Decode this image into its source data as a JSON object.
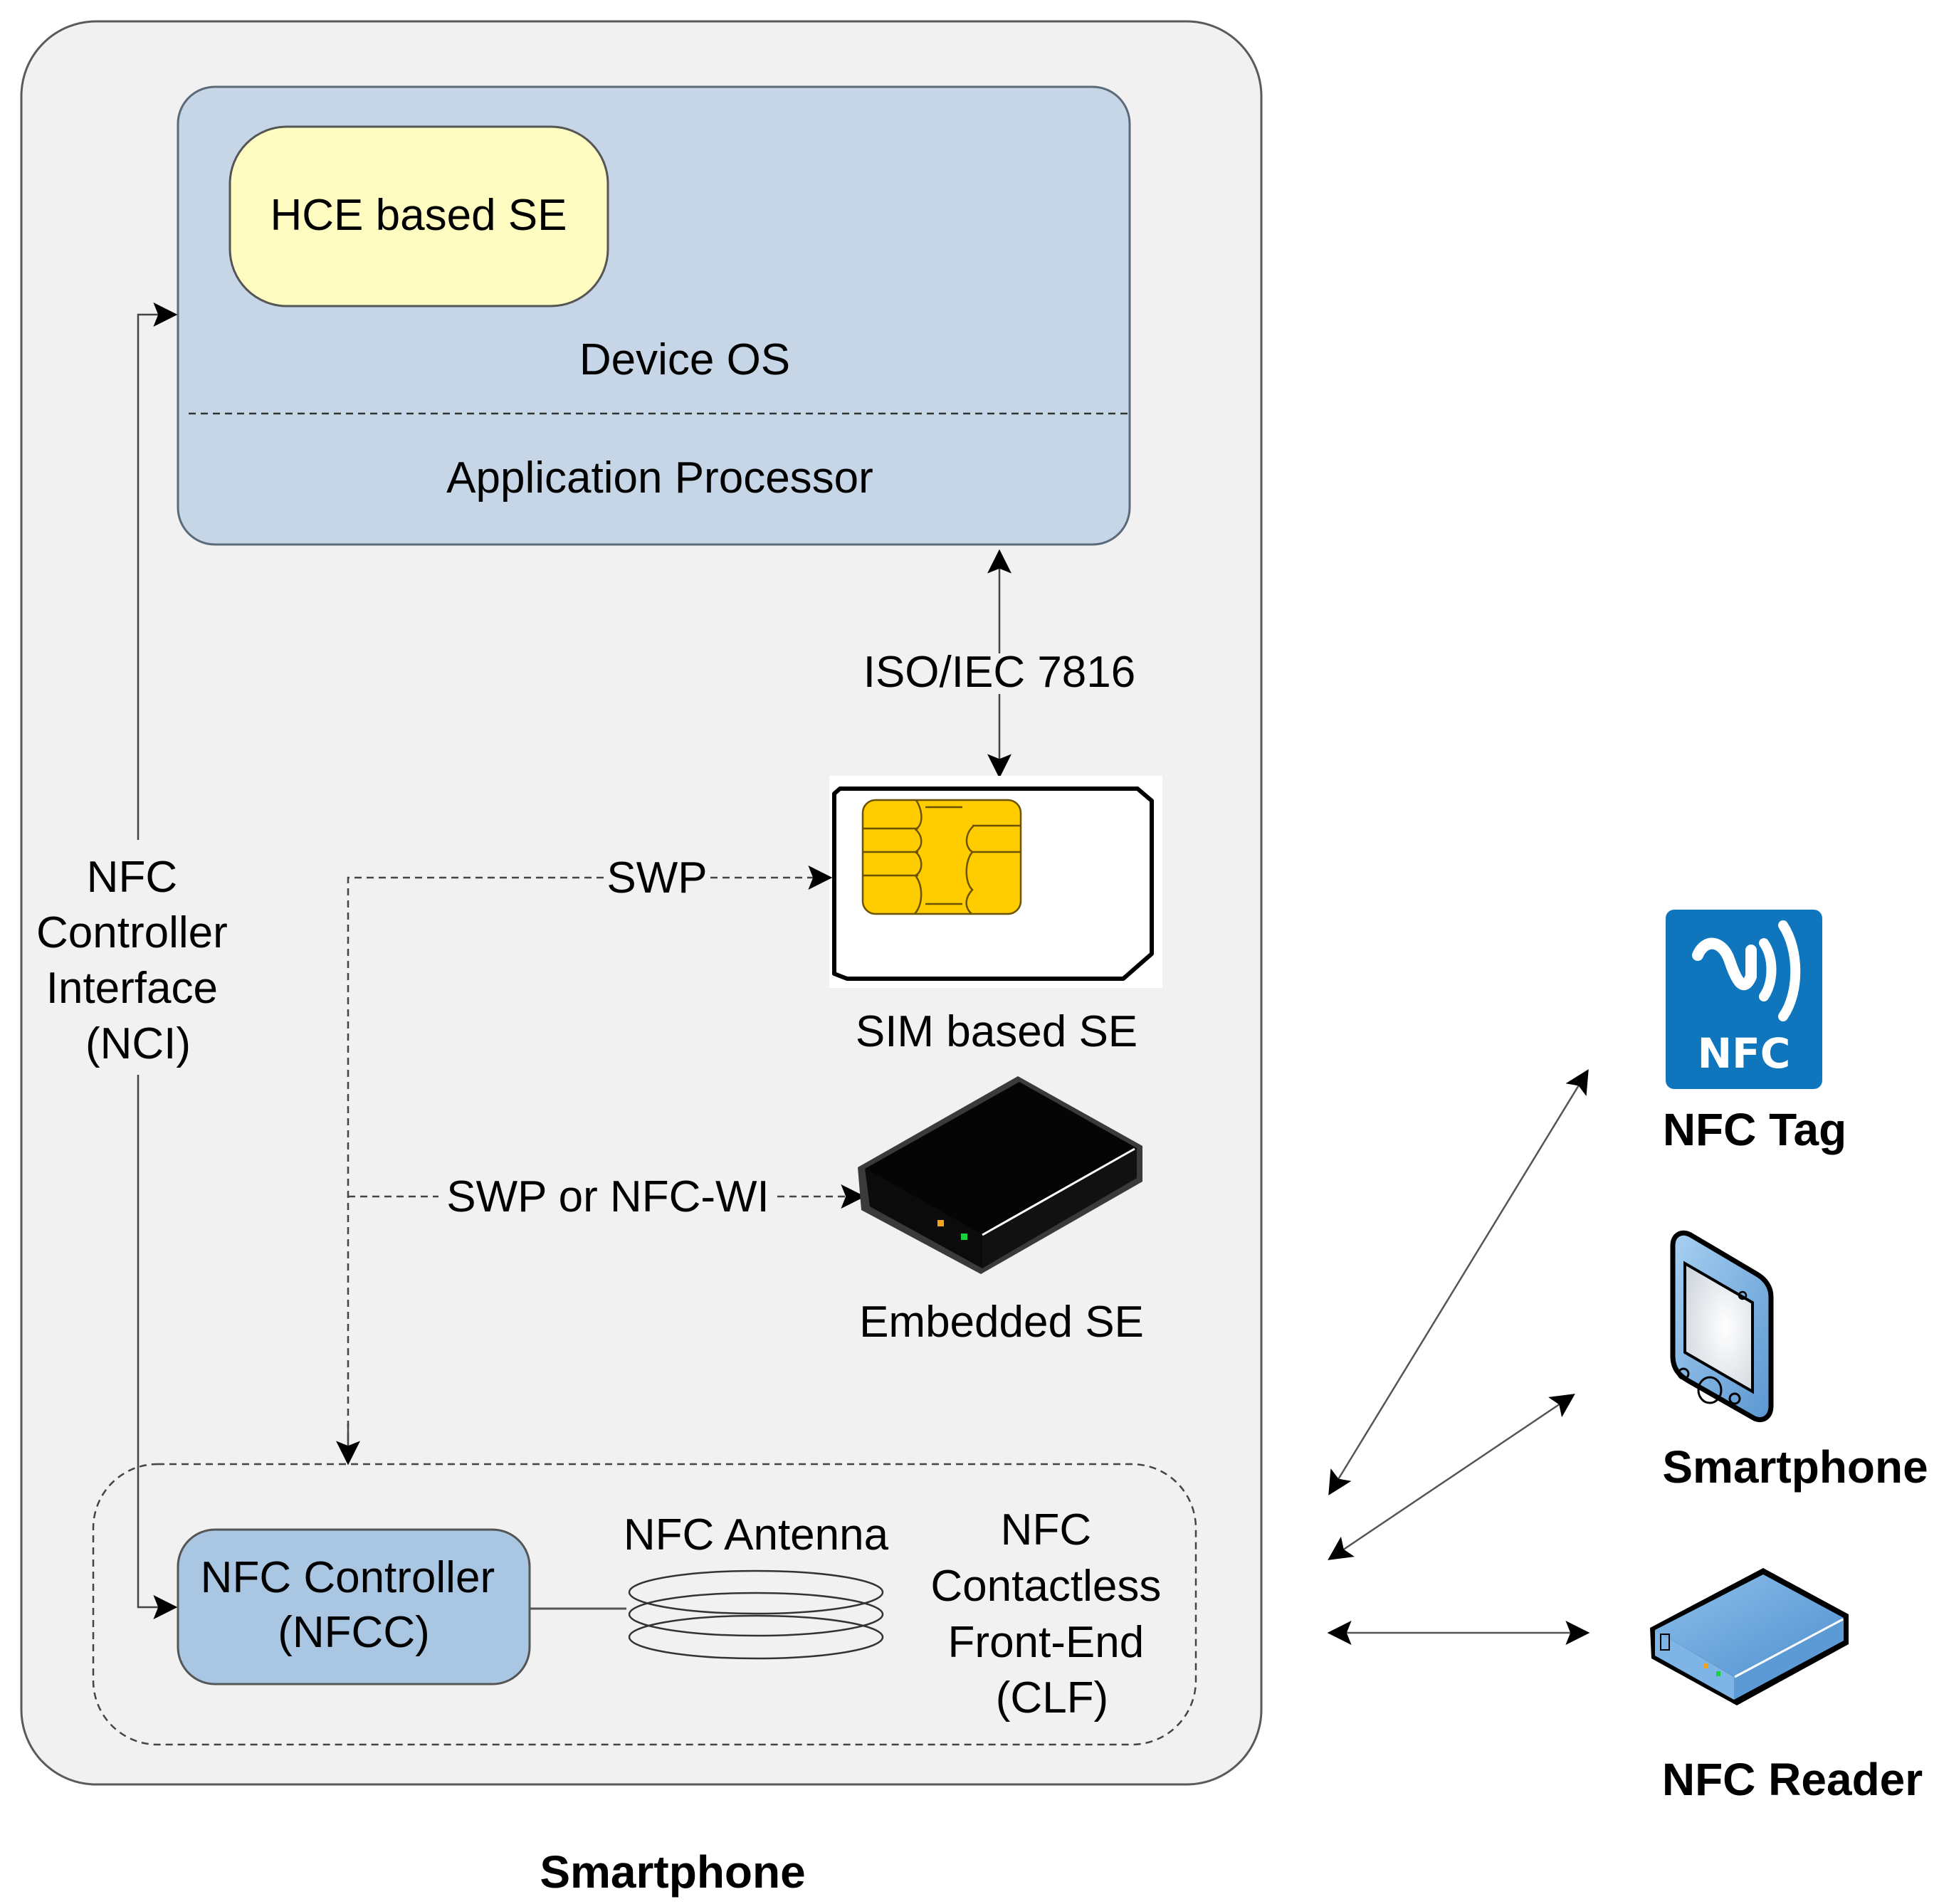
{
  "diagram": {
    "caption": "Smartphone",
    "smartphone_container": {
      "application_processor": {
        "hce_box_label": "HCE based SE",
        "device_os_label": "Device OS",
        "processor_label": "Application Processor"
      },
      "iso_link_label": "ISO/IEC 7816",
      "sim_se_label": "SIM based SE",
      "swp_label": "SWP",
      "swp_nfcwi_label": "SWP or NFC-WI",
      "embedded_se_label": "Embedded SE",
      "nci_label_lines": [
        "NFC",
        "Controller",
        "Interface",
        "(NCI)"
      ],
      "clf": {
        "controller_label_lines": [
          "NFC Controller",
          "(NFCC)"
        ],
        "antenna_label": "NFC Antenna",
        "clf_label_lines": [
          "NFC",
          "Contactless",
          "Front-End",
          "(CLF)"
        ]
      }
    },
    "external_devices": [
      {
        "label": "NFC Tag",
        "icon": "nfc-tag-icon",
        "icon_text": "NFC"
      },
      {
        "label": "Smartphone",
        "icon": "smartphone-icon"
      },
      {
        "label": "NFC Reader",
        "icon": "nfc-reader-icon"
      }
    ],
    "colors": {
      "frame_fill": "#f1f1f1",
      "processor_fill": "#c6d6e6",
      "hce_fill": "#fefcc0",
      "nfcc_fill": "#a9c6e2",
      "chip_gold": "#ffcc00",
      "nfc_blue": "#0f75bd",
      "device_blue": "#6aa6dc"
    }
  }
}
